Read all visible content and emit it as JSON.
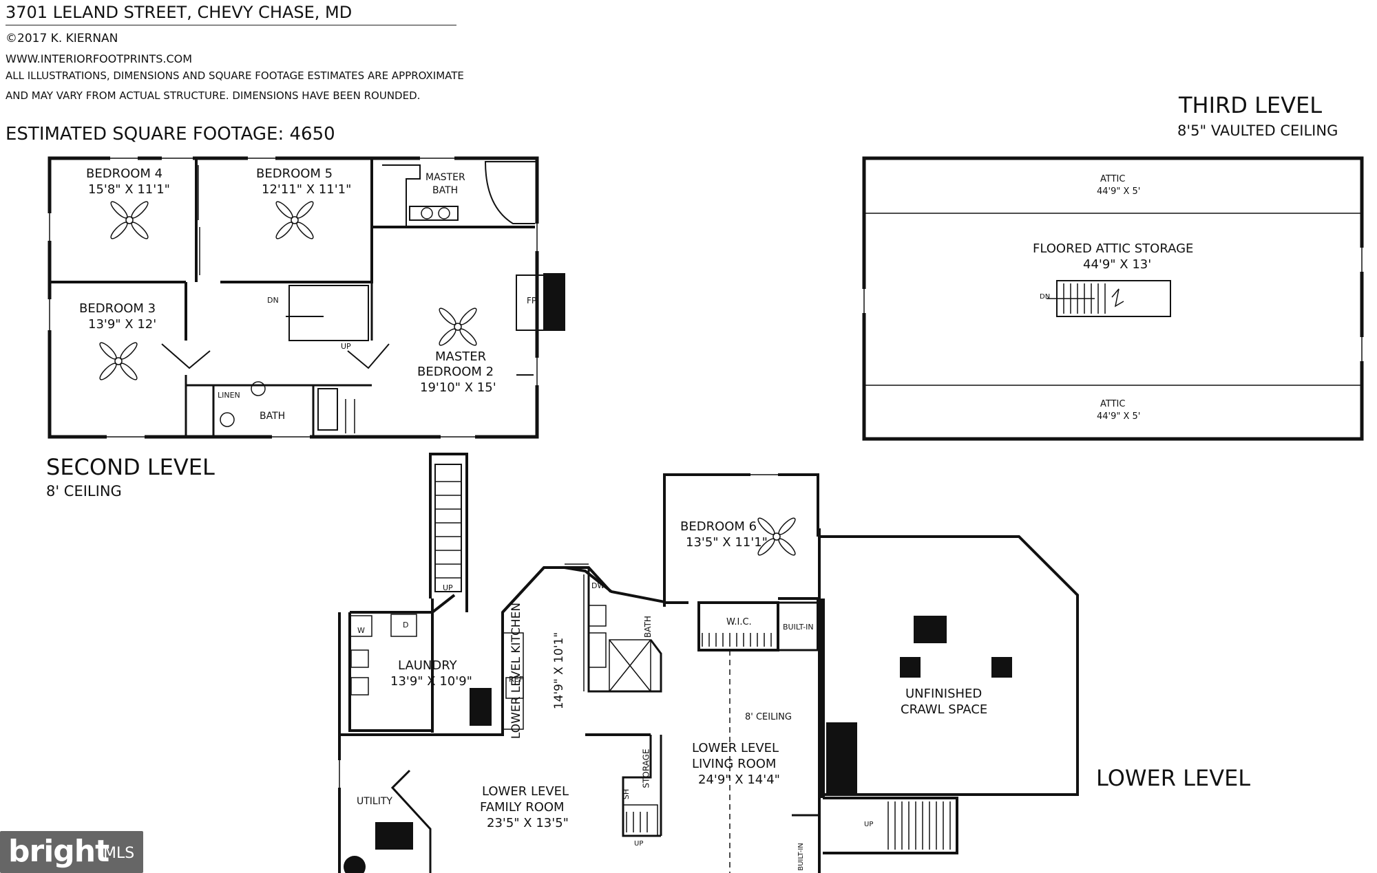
{
  "header": {
    "address": "3701 LELAND STREET, CHEVY CHASE, MD",
    "copyright": "©2017 K. KIERNAN",
    "website": "WWW.INTERIORFOOTPRINTS.COM",
    "disclaimer_1": "ALL ILLUSTRATIONS, DIMENSIONS AND SQUARE FOOTAGE ESTIMATES ARE APPROXIMATE",
    "disclaimer_2": "AND MAY VARY FROM ACTUAL STRUCTURE. DIMENSIONS HAVE BEEN ROUNDED.",
    "sqft": "ESTIMATED SQUARE FOOTAGE: 4650"
  },
  "levels": {
    "second": {
      "title": "SECOND LEVEL",
      "ceiling": "8' CEILING"
    },
    "third": {
      "title": "THIRD LEVEL",
      "ceiling": "8'5\" VAULTED CEILING"
    },
    "lower": {
      "title": "LOWER LEVEL"
    }
  },
  "second_level": {
    "bedroom4": {
      "name": "BEDROOM 4",
      "dim": "15'8\" X 11'1\""
    },
    "bedroom5": {
      "name": "BEDROOM 5",
      "dim": "12'11\" X 11'1\""
    },
    "master_bath": {
      "line1": "MASTER",
      "line2": "BATH"
    },
    "bedroom3": {
      "name": "BEDROOM 3",
      "dim": "13'9\" X 12'"
    },
    "master_bedroom": {
      "line1": "MASTER",
      "line2": "BEDROOM 2",
      "dim": "19'10\" X 15'"
    },
    "fireplace": "FP",
    "dn": "DN",
    "up": "UP",
    "linen": "LINEN",
    "bath": "BATH"
  },
  "third_level": {
    "attic_top": {
      "name": "ATTIC",
      "dim": "44'9\" X 5'"
    },
    "storage": {
      "name": "FLOORED ATTIC STORAGE",
      "dim": "44'9\" X 13'"
    },
    "dn": "DN",
    "attic_bottom": {
      "name": "ATTIC",
      "dim": "44'9\" X 5'"
    }
  },
  "lower_level": {
    "bedroom6": {
      "name": "BEDROOM 6",
      "dim": "13'5\" X 11'1\""
    },
    "up_stair_top": "UP",
    "dw": "DW",
    "bath": "BATH",
    "wic": "W.I.C.",
    "builtin_top": "BUILT-IN",
    "washer": "W",
    "dryer": "D",
    "laundry": {
      "name": "LAUNDRY",
      "dim": "13'9\" X 10'9\""
    },
    "kitchen": {
      "name": "LOWER LEVEL KITCHEN",
      "dim": "14'9\" X 10'1\""
    },
    "ref": "REF",
    "ceiling_note": "8' CEILING",
    "crawl": {
      "line1": "UNFINISHED",
      "line2": "CRAWL SPACE"
    },
    "living": {
      "line1": "LOWER LEVEL",
      "line2": "LIVING ROOM",
      "dim": "24'9\" X 14'4\""
    },
    "storage": "STORAGE",
    "sh": "SH",
    "utility": "UTILITY",
    "family": {
      "line1": "LOWER LEVEL",
      "line2": "FAMILY ROOM",
      "dim": "23'5\" X 13'5\""
    },
    "up_stair_small": "UP",
    "up_stair_ext": "UP",
    "builtin_bottom": "BUILT-IN"
  },
  "watermark": {
    "brand": "bright",
    "suffix": "MLS"
  }
}
